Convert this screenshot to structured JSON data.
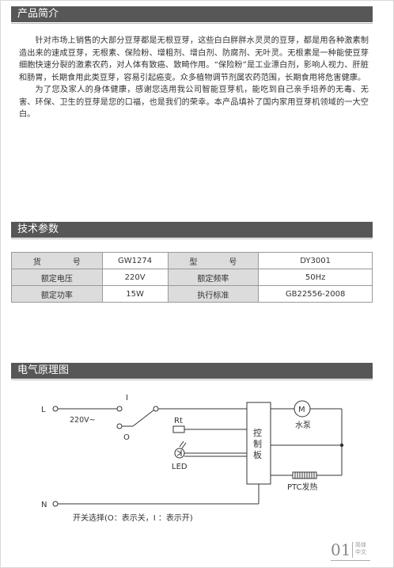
{
  "intro": {
    "title": "产品简介",
    "p1": "针对市场上销售的大部分豆芽都是无根豆芽，这些白白胖胖水灵灵的豆芽，都是用各种激素制造出来的速成豆芽，无根素、保险粉、增粗剂、增白剂、防腐剂、无叶灵。无根素是一种能使豆芽细胞快速分裂的激素农药，对人体有致癌、致畸作用。“保险粉”是工业漂白剂，影响人视力、肝脏和肠胃，长期食用此类豆芽，容易引起癌变。众多植物调节剂属农药范围，长期食用将危害健康。",
    "p2": "为了您及家人的身体健康，感谢您选用我公司智能豆芽机，能吃到自己亲手培养的无毒、无害、环保、卫生的豆芽是您的口福，也是我们的荣幸。本产品填补了国内家用豆芽机领域的一大空白。"
  },
  "specs": {
    "title": "技术参数",
    "rows": [
      [
        "货　　　　号",
        "GW1274",
        "型　　　　号",
        "DY3001"
      ],
      [
        "额定电压",
        "220V",
        "额定频率",
        "50Hz"
      ],
      [
        "额定功率",
        "15W",
        "执行标准",
        "GB22556-2008"
      ]
    ]
  },
  "circuit": {
    "title": "电气原理图",
    "label_L": "L",
    "label_N": "N",
    "label_I": "I",
    "label_O": "O",
    "voltage": "220V~",
    "rt": "Rt",
    "led": "LED",
    "board": [
      "控",
      "制",
      "板"
    ],
    "motor_symbol": "M",
    "pump": "水泵",
    "heater": "PTC发热",
    "switch_note": "开关选择(O：表示关，I ：表示开)"
  },
  "footer": {
    "page": "01",
    "lang_1": "简体",
    "lang_2": "中文"
  }
}
